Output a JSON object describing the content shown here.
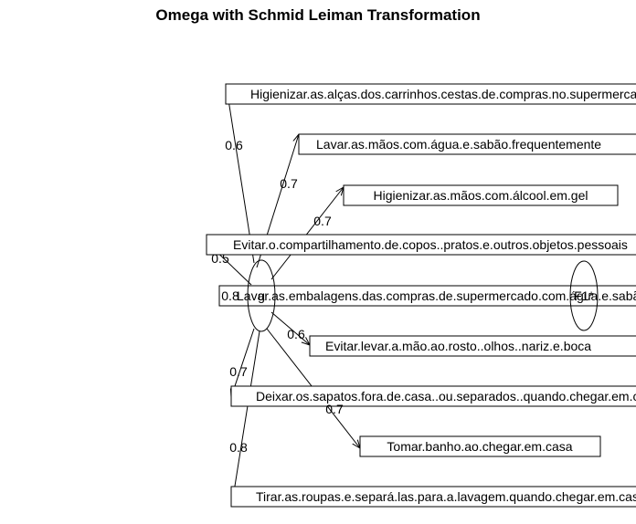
{
  "title": "Omega with Schmid Leiman Transformation",
  "factors": {
    "general": "g",
    "group": "F1*"
  },
  "items": [
    "Higienizar.as.alças.dos.carrinhos.cestas.de.compras.no.supermercado",
    "Lavar.as.mãos.com.água.e.sabão.frequentemente",
    "Higienizar.as.mãos.com.álcool.em.gel",
    "Evitar.o.compartilhamento.de.copos..pratos.e.outros.objetos.pessoais",
    "Lavar.as.embalagens.das.compras.de.supermercado.com.água.e.sabão",
    "Evitar.levar.a.mão.ao.rosto..olhos..nariz.e.boca",
    "Deixar.os.sapatos.fora.de.casa..ou.separados..quando.chegar.em.casa",
    "Tomar.banho.ao.chegar.em.casa",
    "Tirar.as.roupas.e.separá.las.para.a.lavagem.quando.chegar.em.casa"
  ],
  "loadings": [
    "0.6",
    "0.7",
    "0.7",
    "0.5",
    "0.8",
    "0.6",
    "0.7",
    "0.7",
    "0.8"
  ]
}
